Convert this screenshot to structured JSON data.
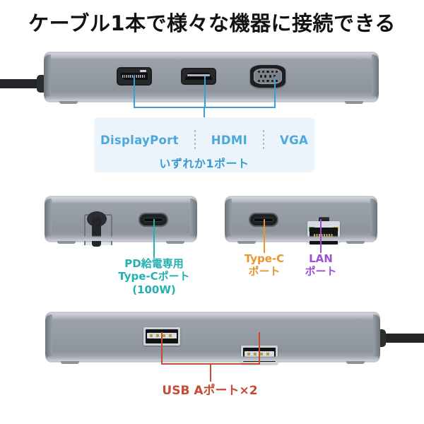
{
  "title": "ケーブル1本で様々な機器に接続できる",
  "colors": {
    "video_blue": "#3d9bd1",
    "callout_bg": "#eaf4fa",
    "callout_text": "#4ea7da",
    "pd_teal": "#23b0b0",
    "typec_orange": "#e8962c",
    "lan_purple": "#9b4fd4",
    "usb_red": "#c94a33",
    "body_silver": "#959ba3",
    "cable_black": "#232528"
  },
  "video_callout": {
    "items": [
      {
        "label": "DisplayPort"
      },
      {
        "label": "HDMI"
      },
      {
        "label": "VGA"
      }
    ],
    "note": "いずれか1ポート"
  },
  "ports": {
    "displayport": {
      "name": "DisplayPort"
    },
    "hdmi": {
      "name": "HDMI"
    },
    "vga": {
      "name": "VGA"
    },
    "pd_typec": {
      "label": "PD給電専用\nType-Cポート\n(100W)"
    },
    "typec": {
      "label": "Type-C\nポート"
    },
    "lan": {
      "label": "LAN\nポート"
    },
    "usb_a": {
      "label": "USB Aポート×2"
    }
  }
}
